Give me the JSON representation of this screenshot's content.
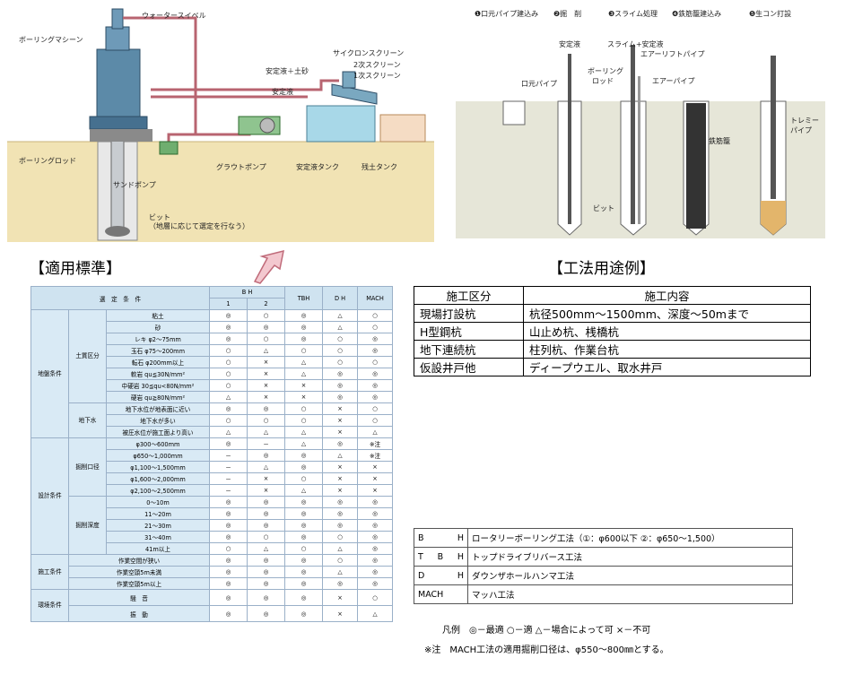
{
  "left_diagram": {
    "labels": {
      "swivel": "ウォータースイベル",
      "machine": "ボーリングマシーン",
      "cyclone": "サイクロンスクリーン",
      "screen2": "2次スクリーン",
      "screen1": "1次スクリーン",
      "fluid_soil": "安定液＋土砂",
      "fluid": "安定液",
      "rod": "ボーリングロッド",
      "sandpump": "サンドポンプ",
      "grout": "グラウトポンプ",
      "tank": "安定液タンク",
      "soil_tank": "残土タンク",
      "bit": "ビット",
      "bit_note": "（地層に応じて選定を行なう）"
    }
  },
  "right_diagram": {
    "steps": [
      "❶口元パイプ建込み",
      "❷掘　削",
      "❸スライム処理",
      "❹鉄筋籠建込み",
      "❺生コン打設"
    ],
    "labels": {
      "mouth_pipe": "口元パイプ",
      "fluid": "安定液",
      "rod1": "ボーリング",
      "rod2": "ロッド",
      "slime": "スライム+安定液",
      "airlift": "エアーリフトパイプ",
      "airpipe": "エアーパイプ",
      "cage": "鉄筋籠",
      "tremie1": "トレミー",
      "tremie2": "パイプ",
      "bit": "ビット"
    }
  },
  "titles": {
    "criteria": "【適用標準】",
    "usage": "【工法用途例】"
  },
  "criteria_table": {
    "header": {
      "selection": "選　定　条　件",
      "bh": "B H",
      "bh1": "1",
      "bh2": "2",
      "tbh": "TBH",
      "dh": "D H",
      "mach": "MACH"
    },
    "groups": {
      "ground": "地盤条件",
      "soil": "土質区分",
      "groundwater": "地下水",
      "design": "設計条件",
      "diameter": "掘削口径",
      "depth": "掘削深度",
      "construction": "施工条件",
      "environment": "環境条件"
    },
    "rows": [
      {
        "cond": "粘土",
        "v": [
          "◎",
          "○",
          "◎",
          "△",
          "○"
        ]
      },
      {
        "cond": "砂",
        "v": [
          "◎",
          "◎",
          "◎",
          "△",
          "○"
        ]
      },
      {
        "cond": "レキ φ2〜75mm",
        "v": [
          "◎",
          "○",
          "◎",
          "○",
          "◎"
        ]
      },
      {
        "cond": "玉石 φ75〜200mm",
        "v": [
          "○",
          "△",
          "○",
          "○",
          "◎"
        ]
      },
      {
        "cond": "転石 φ200mm以上",
        "v": [
          "○",
          "×",
          "△",
          "○",
          "○"
        ]
      },
      {
        "cond": "軟岩 qu≦30N/mm²",
        "v": [
          "○",
          "×",
          "△",
          "◎",
          "◎"
        ]
      },
      {
        "cond": "中硬岩 30≦qu<80N/mm²",
        "v": [
          "○",
          "×",
          "×",
          "◎",
          "◎"
        ]
      },
      {
        "cond": "硬岩 qu≧80N/mm²",
        "v": [
          "△",
          "×",
          "×",
          "◎",
          "◎"
        ]
      },
      {
        "cond": "地下水位が地表面に近い",
        "v": [
          "◎",
          "◎",
          "○",
          "×",
          "○"
        ]
      },
      {
        "cond": "地下水が多い",
        "v": [
          "○",
          "○",
          "○",
          "×",
          "○"
        ]
      },
      {
        "cond": "被圧水位が施工面より高い",
        "v": [
          "△",
          "△",
          "△",
          "×",
          "△"
        ]
      },
      {
        "cond": "φ300〜600mm",
        "v": [
          "◎",
          "－",
          "△",
          "◎",
          "※注"
        ]
      },
      {
        "cond": "φ650〜1,000mm",
        "v": [
          "－",
          "◎",
          "◎",
          "△",
          "※注"
        ]
      },
      {
        "cond": "φ1,100〜1,500mm",
        "v": [
          "－",
          "△",
          "◎",
          "×",
          "×"
        ]
      },
      {
        "cond": "φ1,600〜2,000mm",
        "v": [
          "－",
          "×",
          "○",
          "×",
          "×"
        ]
      },
      {
        "cond": "φ2,100〜2,500mm",
        "v": [
          "－",
          "×",
          "△",
          "×",
          "×"
        ]
      },
      {
        "cond": "0〜10m",
        "v": [
          "◎",
          "◎",
          "◎",
          "◎",
          "◎"
        ]
      },
      {
        "cond": "11〜20m",
        "v": [
          "◎",
          "◎",
          "◎",
          "◎",
          "◎"
        ]
      },
      {
        "cond": "21〜30m",
        "v": [
          "◎",
          "◎",
          "◎",
          "◎",
          "◎"
        ]
      },
      {
        "cond": "31〜40m",
        "v": [
          "◎",
          "○",
          "◎",
          "○",
          "◎"
        ]
      },
      {
        "cond": "41m以上",
        "v": [
          "○",
          "△",
          "○",
          "△",
          "◎"
        ]
      },
      {
        "cond": "作業空間が狭い",
        "v": [
          "◎",
          "◎",
          "◎",
          "○",
          "◎"
        ]
      },
      {
        "cond": "作業空頭5m未満",
        "v": [
          "◎",
          "◎",
          "◎",
          "△",
          "◎"
        ]
      },
      {
        "cond": "作業空頭5m以上",
        "v": [
          "◎",
          "◎",
          "◎",
          "◎",
          "◎"
        ]
      },
      {
        "cond": "騒　音",
        "v": [
          "◎",
          "◎",
          "◎",
          "×",
          "○"
        ]
      },
      {
        "cond": "振　動",
        "v": [
          "◎",
          "◎",
          "◎",
          "×",
          "△"
        ]
      }
    ]
  },
  "usage_table": {
    "header": {
      "category": "施工区分",
      "content": "施工内容"
    },
    "rows": [
      {
        "category": "現場打設杭",
        "content": "杭径500mm〜1500mm、深度〜50mまで"
      },
      {
        "category": "H型鋼杭",
        "content": "山止め杭、桟橋杭"
      },
      {
        "category": "地下連続杭",
        "content": "柱列杭、作業台杭"
      },
      {
        "category": "仮設井戸他",
        "content": "ディープウエル、取水井戸"
      }
    ]
  },
  "abbreviations": [
    {
      "key": "B H",
      "text": "ロータリーボーリング工法（①：φ600以下 ②：φ650〜1,500）"
    },
    {
      "key": "T B H",
      "text": "トップドライブリバース工法"
    },
    {
      "key": "D H",
      "text": "ダウンザホールハンマ工法"
    },
    {
      "key": "MACH",
      "text": "マッハ工法"
    }
  ],
  "legend": "凡例　◎－最適 ○－適 △－場合によって可 ×－不可",
  "note": "※注　MACH工法の適用掘削口径は、φ550〜800㎜とする。",
  "colors": {
    "ground": "#f1e3b4",
    "machine": "#5c8aa8",
    "water": "#a8d8e8",
    "pipe": "#b86470",
    "table_header": "#cfe3f0",
    "table_label": "#d9eaf5"
  }
}
